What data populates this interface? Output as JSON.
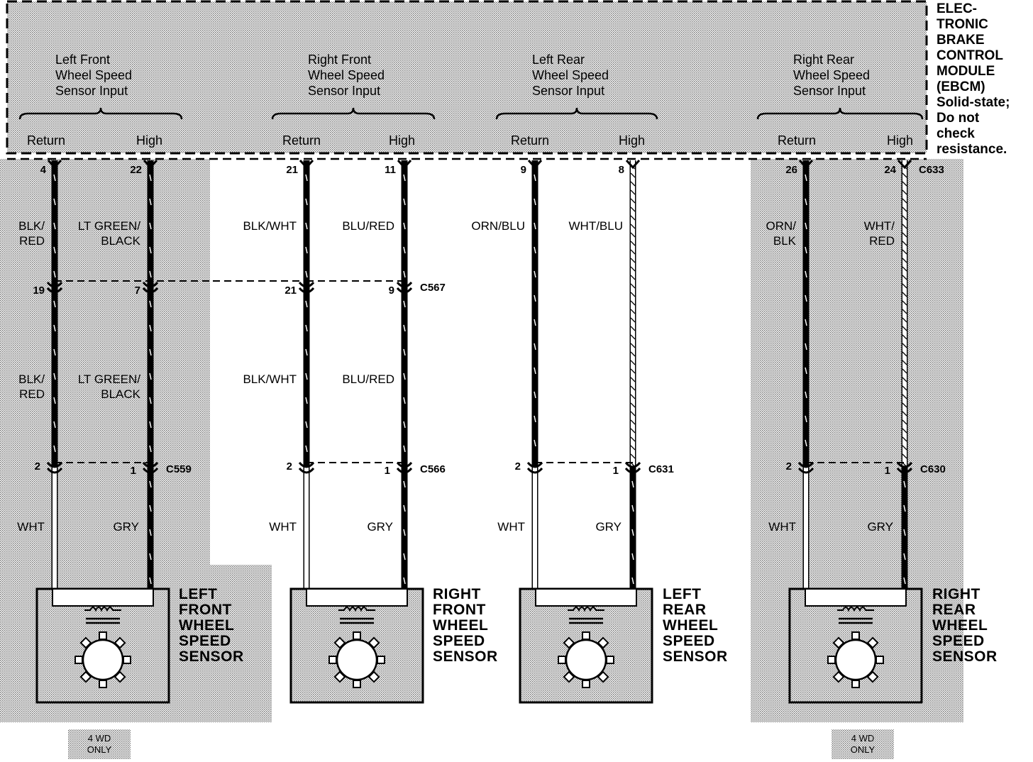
{
  "module": {
    "label_lines": [
      "ELEC-",
      "TRONIC",
      "BRAKE",
      "CONTROL",
      "MODULE",
      "(EBCM)",
      "Solid-state;",
      "Do not",
      "check",
      "resistance."
    ],
    "inputs": [
      {
        "heading_lines": [
          "Left Front",
          "Wheel Speed",
          "Sensor Input"
        ],
        "return_label": "Return",
        "high_label": "High"
      },
      {
        "heading_lines": [
          "Right Front",
          "Wheel Speed",
          "Sensor Input"
        ],
        "return_label": "Return",
        "high_label": "High"
      },
      {
        "heading_lines": [
          "Left Rear",
          "Wheel Speed",
          "Sensor Input"
        ],
        "return_label": "Return",
        "high_label": "High"
      },
      {
        "heading_lines": [
          "Right Rear",
          "Wheel Speed",
          "Sensor Input"
        ],
        "return_label": "Return",
        "high_label": "High"
      }
    ]
  },
  "circuits": [
    {
      "top_pins": [
        "4",
        "22"
      ],
      "upper_wires": [
        "BLK/\nRED",
        "LT GREEN/\nBLACK"
      ],
      "mid_pins": [
        "19",
        "7"
      ],
      "middle_wires": [
        "BLK/\nRED",
        "LT GREEN/\nBLACK"
      ],
      "low_pins": [
        "2",
        "1"
      ],
      "low_connector": "C559",
      "lower_wires": [
        "WHT",
        "GRY"
      ],
      "sensor_lines": [
        "LEFT",
        "FRONT",
        "WHEEL",
        "SPEED",
        "SENSOR"
      ],
      "note_lines": [
        "4 WD",
        "ONLY"
      ]
    },
    {
      "top_pins": [
        "21",
        "11"
      ],
      "upper_wires": [
        "BLK/WHT",
        "BLU/RED"
      ],
      "mid_pins": [
        "21",
        "9"
      ],
      "mid_connector": "C567",
      "middle_wires": [
        "BLK/WHT",
        "BLU/RED"
      ],
      "low_pins": [
        "2",
        "1"
      ],
      "low_connector": "C566",
      "lower_wires": [
        "WHT",
        "GRY"
      ],
      "sensor_lines": [
        "RIGHT",
        "FRONT",
        "WHEEL",
        "SPEED",
        "SENSOR"
      ]
    },
    {
      "top_pins": [
        "9",
        "8"
      ],
      "upper_wires": [
        "ORN/BLU",
        "WHT/BLU"
      ],
      "low_pins": [
        "2",
        "1"
      ],
      "low_connector": "C631",
      "lower_wires": [
        "WHT",
        "GRY"
      ],
      "sensor_lines": [
        "LEFT",
        "REAR",
        "WHEEL",
        "SPEED",
        "SENSOR"
      ]
    },
    {
      "top_pins": [
        "26",
        "24"
      ],
      "top_connector": "C633",
      "upper_wires": [
        "ORN/\nBLK",
        "WHT/\nRED"
      ],
      "low_pins": [
        "2",
        "1"
      ],
      "low_connector": "C630",
      "lower_wires": [
        "WHT",
        "GRY"
      ],
      "sensor_lines": [
        "RIGHT",
        "REAR",
        "WHEEL",
        "SPEED",
        "SENSOR"
      ],
      "note_lines": [
        "4 WD",
        "ONLY"
      ]
    }
  ]
}
